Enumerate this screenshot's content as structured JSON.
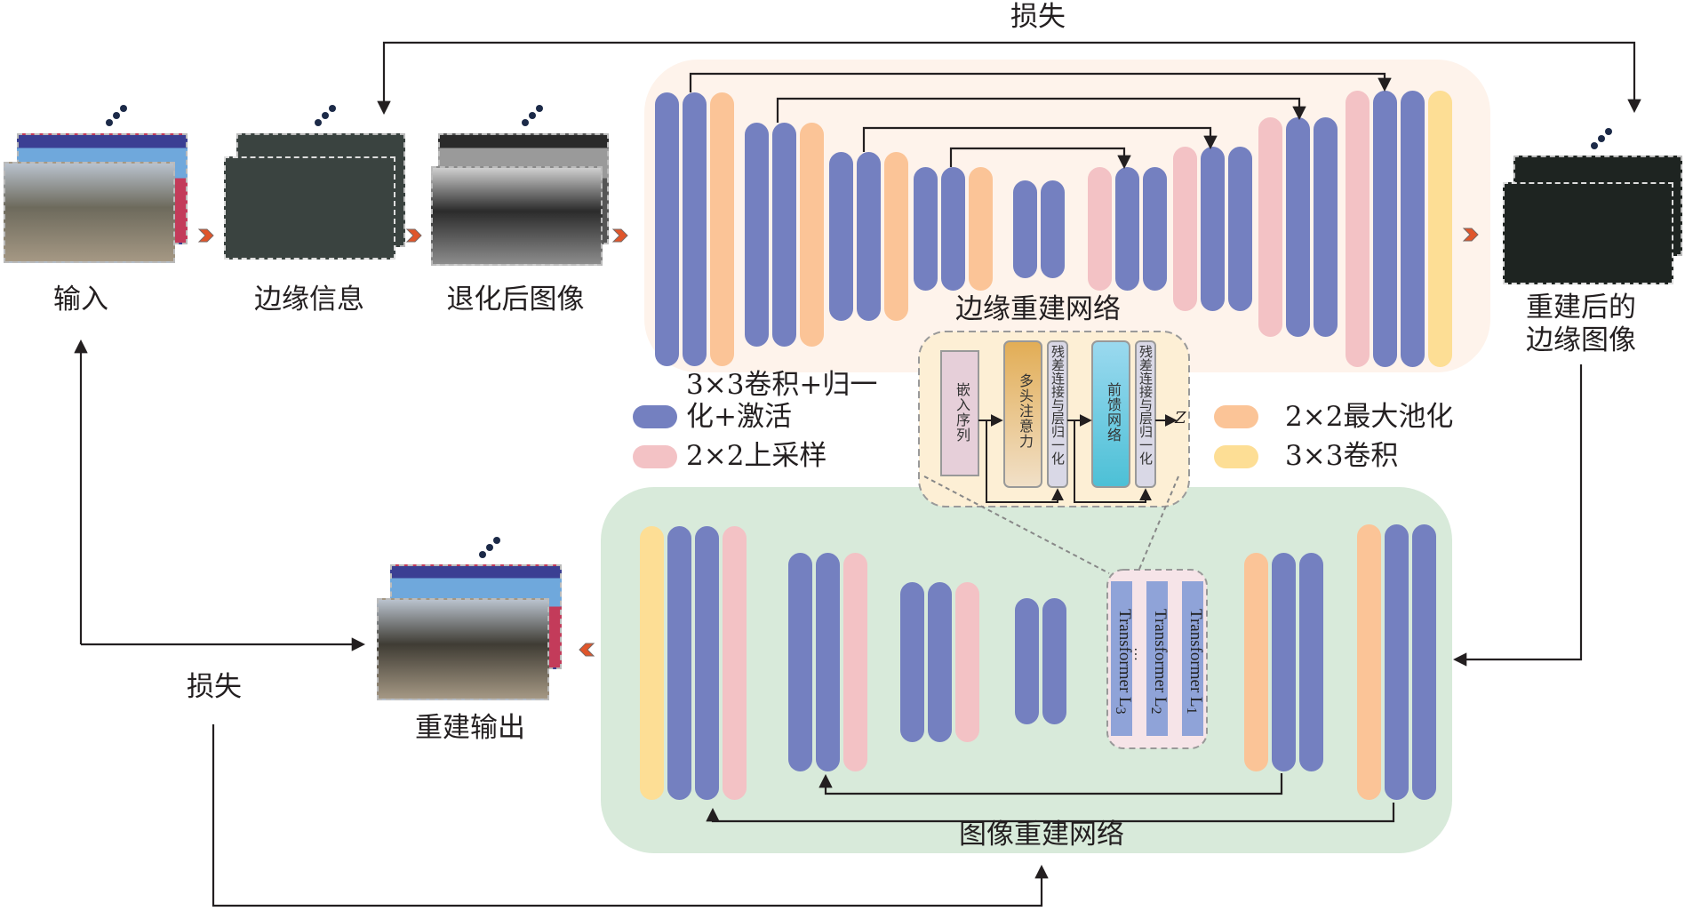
{
  "title_loss_top": "损失",
  "title_loss_bottom": "损失",
  "inputs": {
    "input": "输入",
    "edge_info": "边缘信息",
    "degraded": "退化后图像",
    "recon_edge": "重建后的\n边缘图像",
    "recon_edge_line1": "重建后的",
    "recon_edge_line2": "边缘图像",
    "recon_output": "重建输出"
  },
  "networks": {
    "edge_net": "边缘重建网络",
    "image_net": "图像重建网络"
  },
  "legend": [
    {
      "key": "conv_norm_act",
      "label_line1": "3×3卷积+归一",
      "label_line2": "化+激活",
      "color": "#7480c0"
    },
    {
      "key": "upsample",
      "label": "2×2上采样",
      "color": "#f3c2c5"
    },
    {
      "key": "maxpool",
      "label": "2×2最大池化",
      "color": "#fbc497"
    },
    {
      "key": "conv",
      "label": "3×3卷积",
      "color": "#fdde95"
    }
  ],
  "transformer_detail": {
    "embed": "嵌入序列",
    "mha": "多头注意力",
    "add_norm_1": "残差连接与层归一化",
    "ffn": "前馈网络",
    "add_norm_2": "残差连接与层归一化",
    "output": "Z"
  },
  "transformer_stack": [
    {
      "label": "Transformer L",
      "sub": "1"
    },
    {
      "label": "Transformer L",
      "sub": "2"
    },
    {
      "label": "Transformer L",
      "sub": "3"
    }
  ],
  "transformer_ellipsis": "…",
  "edge_net_groups": [
    [
      "conv_norm_act",
      "conv_norm_act",
      "maxpool"
    ],
    [
      "conv_norm_act",
      "conv_norm_act",
      "maxpool"
    ],
    [
      "conv_norm_act",
      "conv_norm_act",
      "maxpool"
    ],
    [
      "conv_norm_act",
      "conv_norm_act",
      "maxpool"
    ],
    [
      "conv_norm_act",
      "conv_norm_act"
    ],
    [
      "upsample",
      "conv_norm_act",
      "conv_norm_act"
    ],
    [
      "upsample",
      "conv_norm_act",
      "conv_norm_act"
    ],
    [
      "upsample",
      "conv_norm_act",
      "conv_norm_act"
    ],
    [
      "upsample",
      "conv_norm_act",
      "conv_norm_act",
      "conv"
    ]
  ],
  "image_net_groups": [
    [
      "conv",
      "conv_norm_act",
      "conv_norm_act",
      "upsample"
    ],
    [
      "conv_norm_act",
      "conv_norm_act",
      "upsample"
    ],
    [
      "conv_norm_act",
      "conv_norm_act",
      "upsample"
    ],
    [
      "conv_norm_act",
      "conv_norm_act"
    ],
    [
      "maxpool",
      "conv_norm_act",
      "conv_norm_act"
    ],
    [
      "maxpool",
      "conv_norm_act",
      "conv_norm_act"
    ]
  ],
  "colors": {
    "conv_norm_act": "#7480c0",
    "upsample": "#f3c2c5",
    "maxpool": "#fbc497",
    "conv": "#fdde95",
    "edge_net_bg": "#fef3eb",
    "image_net_bg": "#d8eada",
    "detail_bg": "#fdefd5",
    "arrow_accent": "#e0552a",
    "line": "#231f20"
  }
}
